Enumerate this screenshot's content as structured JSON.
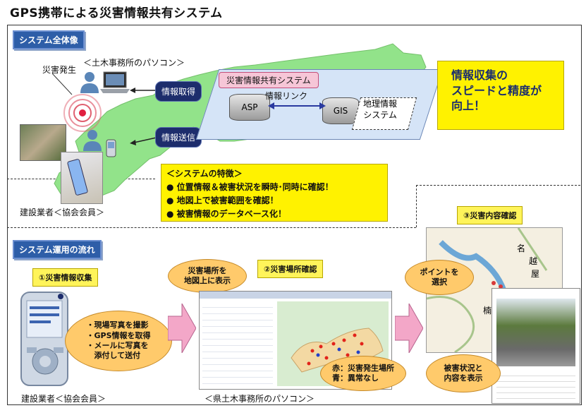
{
  "title": "GPS携帯による災害情報共有システム",
  "overview": {
    "section_label": "システム全体像",
    "disaster_label": "災害発生",
    "pc_label": "＜土木事務所のパソコン＞",
    "info_get": "情報取得",
    "info_send": "情報送信",
    "system_label": "災害情報共有システム",
    "asp": "ASP",
    "gis": "GIS",
    "info_link": "情報リンク",
    "geo_system": "地理情報\nシステム",
    "benefit": "情報収集の\nスピードと精度が\n向上！",
    "worker_label": "建設業者＜協会会員＞",
    "features_title": "＜システムの特徴＞",
    "features": [
      "位置情報＆被害状況を瞬時･同時に確認！",
      "地図上で被害範囲を確認！",
      "被害情報のデータベース化！"
    ],
    "colors": {
      "navy": "#1d2d6c",
      "yellow": "#fff200",
      "section_blue": "#2e5ea8"
    }
  },
  "flow": {
    "section_label": "システム運用の流れ",
    "step1": "①災害情報収集",
    "step1_notes": "・現場写真を撮影\n・GPS情報を取得\n・メールに写真を\n　添付して送付",
    "step1_caption": "建設業者＜協会会員＞",
    "step2": "②災害場所確認",
    "step2_cloud": "災害場所を\n地図上に表示",
    "step2_legend": "赤：災害発生場所\n青：異常なし",
    "step2_caption": "＜県土木事務所のパソコン＞",
    "step3": "③災害内容確認",
    "step3_cloud_top": "ポイントを\n選択",
    "step3_cloud_bottom": "被害状況と\n内容を表示",
    "map_kanji_1": "名",
    "map_kanji_2": "越",
    "map_kanji_3": "屋",
    "map_kanji_4": "楠"
  }
}
